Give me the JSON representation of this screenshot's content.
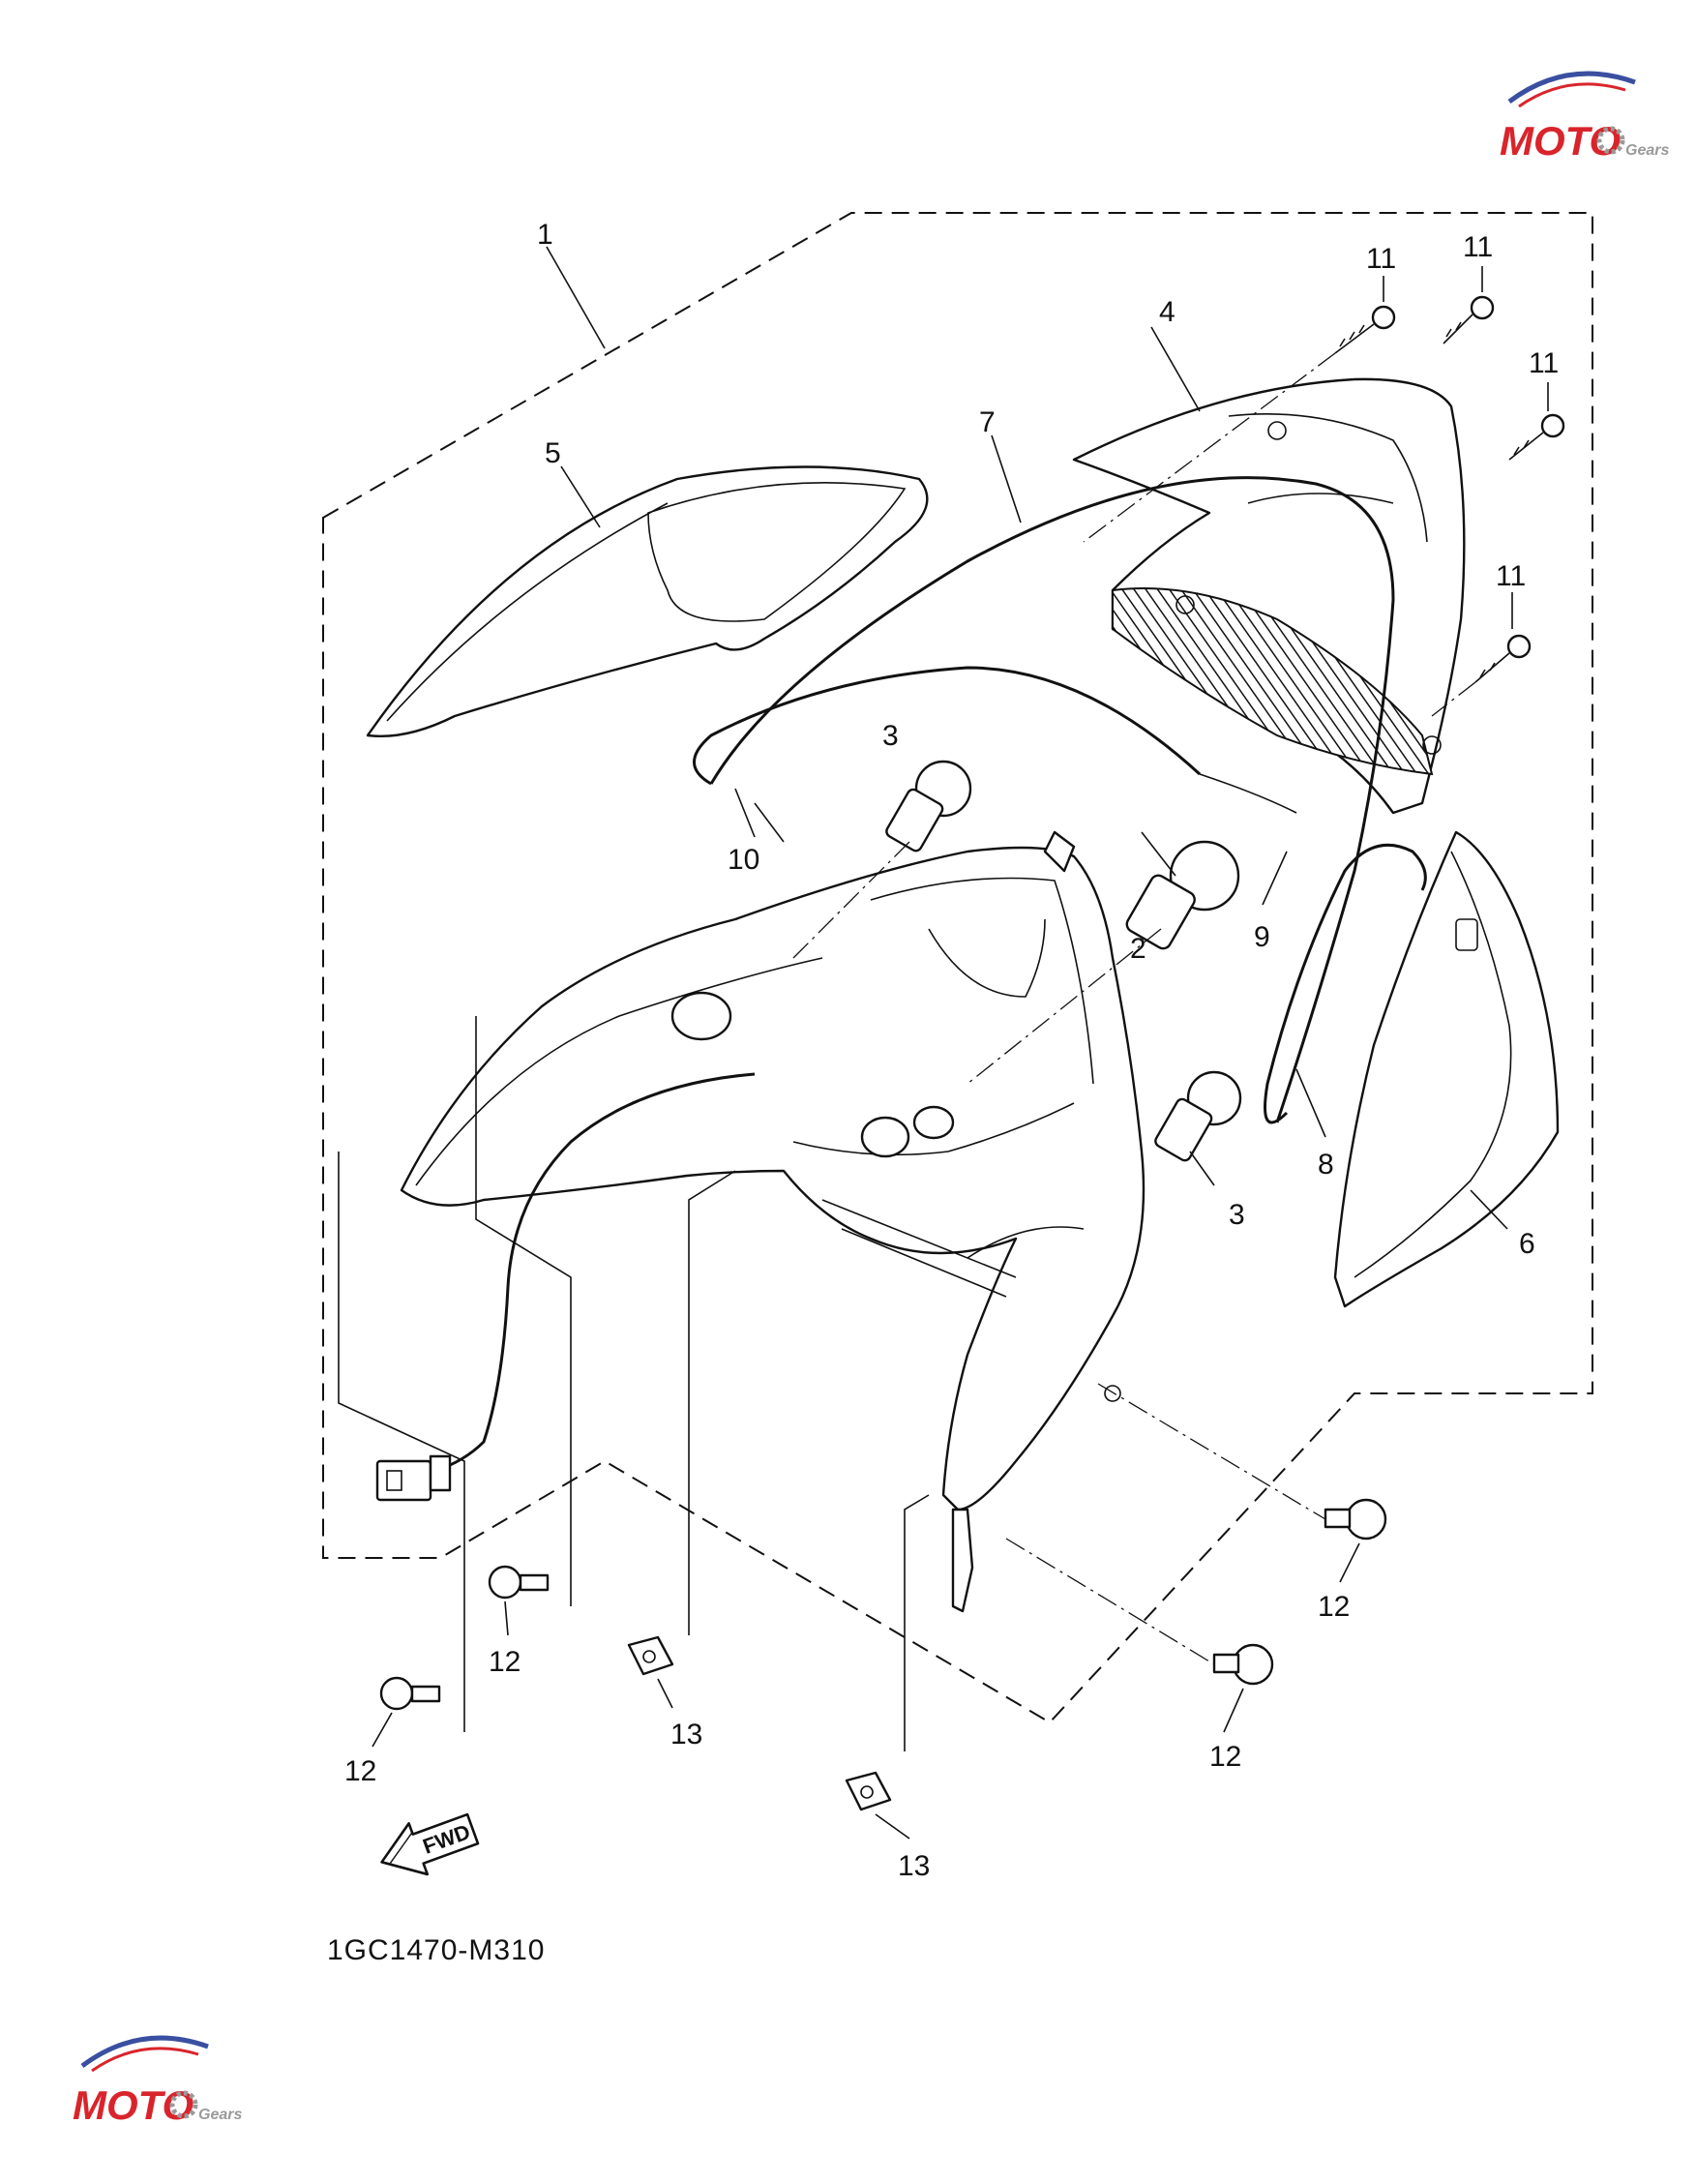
{
  "diagram": {
    "code": "1GC1470-M310",
    "fwd_label": "FWD",
    "callouts": {
      "c1": "1",
      "c2": "2",
      "c3a": "3",
      "c3b": "3",
      "c4": "4",
      "c5": "5",
      "c6": "6",
      "c7": "7",
      "c8": "8",
      "c9": "9",
      "c10": "10",
      "c11a": "11",
      "c11b": "11",
      "c11c": "11",
      "c11d": "11",
      "c12a": "12",
      "c12b": "12",
      "c12c": "12",
      "c12d": "12",
      "c13a": "13",
      "c13b": "13"
    }
  },
  "watermark": {
    "text": "MOTO",
    "sub": "Gears",
    "colors": {
      "red": "#d9242b",
      "blue": "#3a4fa0",
      "gray": "#9a9a9a"
    }
  }
}
